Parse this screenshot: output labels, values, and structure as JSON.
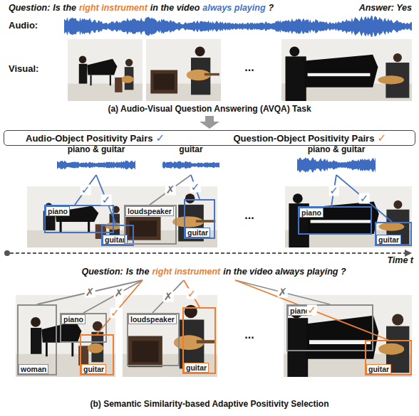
{
  "diagram": {
    "nodes": [
      {
        "text": [
          "Audio-Object Positivity Pairs",
          "✓",
          "Question-Object Positivity Pairs",
          "✓"
        ]
      },
      {
        "text": [
          "piano"
        ]
      },
      {
        "text": [
          "guitar"
        ]
      },
      {
        "text": [
          "loudspeaker"
        ]
      },
      {
        "text": [
          "guitar"
        ]
      },
      {
        "text": [
          "piano"
        ]
      },
      {
        "text": [
          "guitar"
        ]
      },
      {
        "text": [
          "piano"
        ]
      },
      {
        "text": [
          "woman"
        ]
      },
      {
        "text": [
          "guitar"
        ]
      },
      {
        "text": [
          "loudspeaker"
        ]
      },
      {
        "text": [
          "guitar"
        ]
      },
      {
        "text": [
          "piano"
        ]
      },
      {
        "text": [
          "guitar"
        ]
      }
    ],
    "labels": [
      "Question:",
      "Is the",
      "right instrument",
      "in the video",
      "always playing",
      "?",
      "Answer: Yes",
      "Audio:",
      "Visual:",
      "...",
      "(a) Audio-Visual Question Answering (AVQA) Task",
      "piano & guitar",
      "guitar",
      "piano & guitar",
      "✓",
      "✓",
      "✗",
      "✓",
      "✓",
      "✓",
      "...",
      "Time t",
      "Question:",
      "Is the",
      "right instrument",
      "in the video always playing ?",
      "✗",
      "✗",
      "✓",
      "✗",
      "✓",
      "✗",
      "✓",
      "...",
      "(b) Semantic Similarity-based Adaptive Positivity Selection"
    ]
  }
}
